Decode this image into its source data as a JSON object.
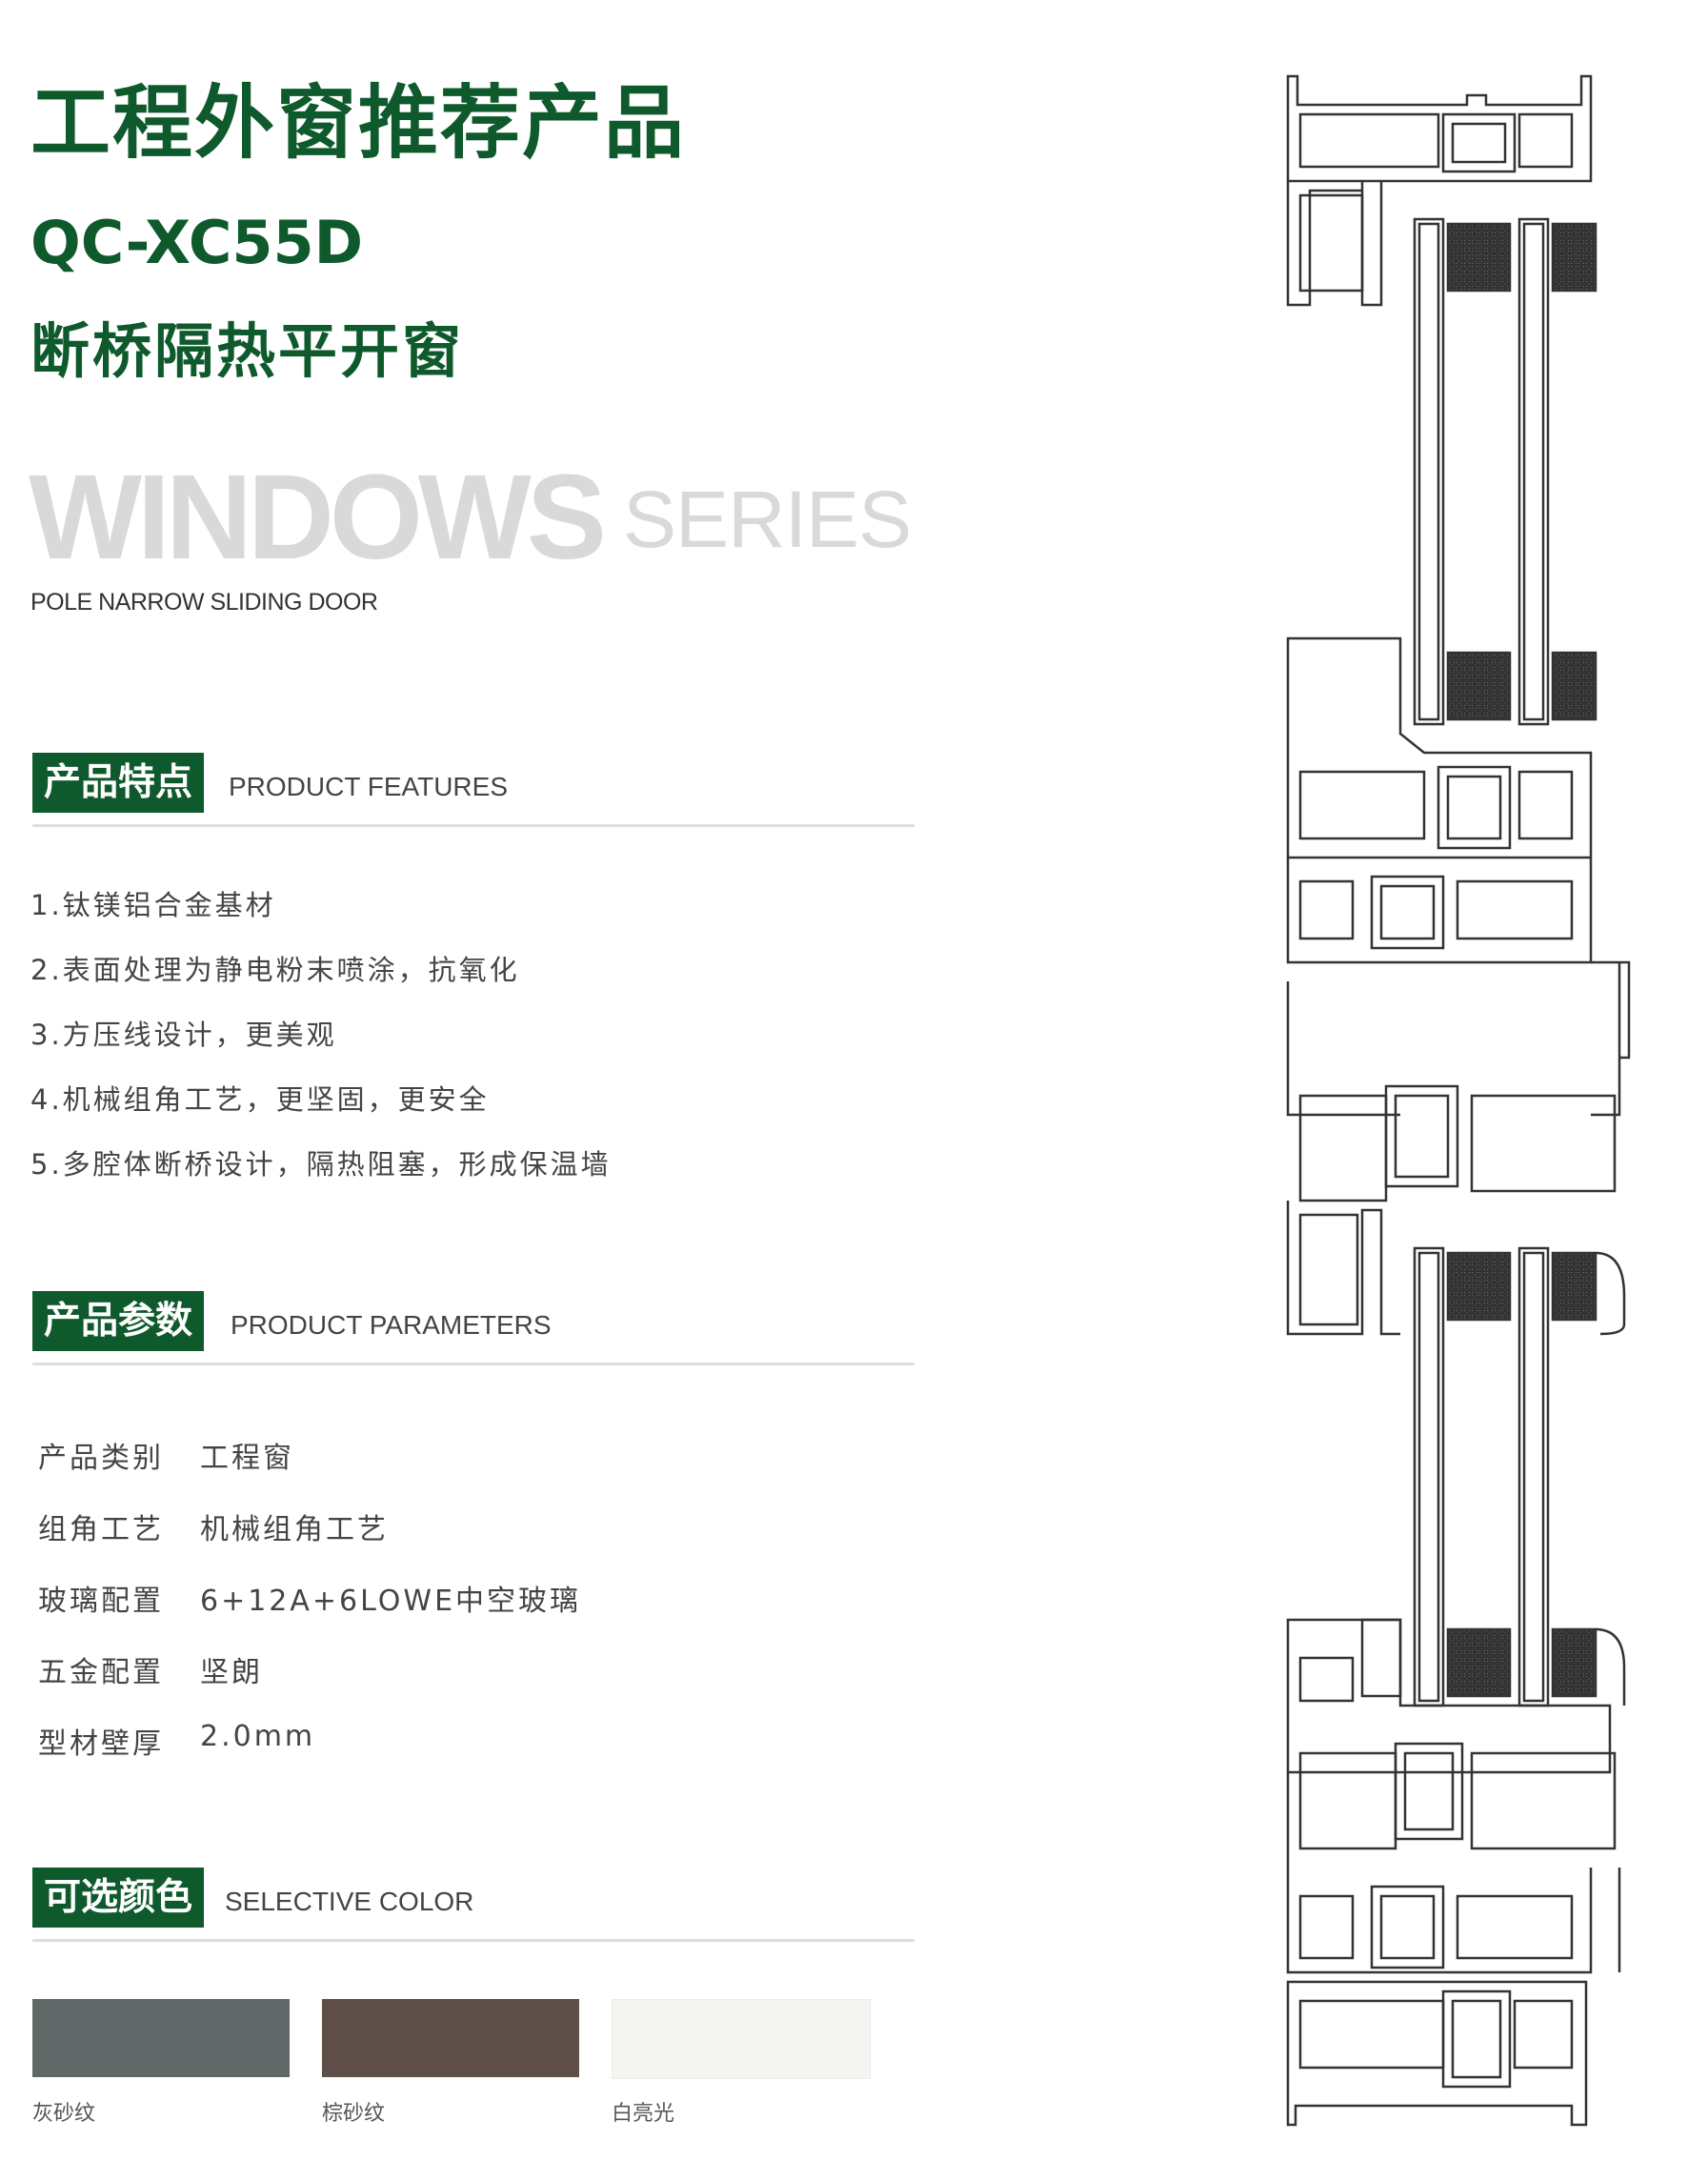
{
  "header": {
    "title": "工程外窗推荐产品",
    "model": "QC-XC55D",
    "subtitle": "断桥隔热平开窗"
  },
  "banner": {
    "windows": "WINDOWS",
    "series": "SERIES",
    "tagline": "POLE NARROW SLIDING DOOR"
  },
  "features": {
    "badge": "产品特点",
    "en": "PRODUCT FEATURES",
    "items": [
      "1.钛镁铝合金基材",
      "2.表面处理为静电粉末喷涂，抗氧化",
      "3.方压线设计，更美观",
      "4.机械组角工艺，更坚固，更安全",
      "5.多腔体断桥设计，隔热阻塞，形成保温墙"
    ]
  },
  "parameters": {
    "badge": "产品参数",
    "en": "PRODUCT PARAMETERS",
    "rows": [
      {
        "label": "产品类别",
        "value": "工程窗"
      },
      {
        "label": "组角工艺",
        "value": "机械组角工艺"
      },
      {
        "label": "玻璃配置",
        "value": "6+12A+6LOWE中空玻璃"
      },
      {
        "label": "五金配置",
        "value": "坚朗"
      },
      {
        "label": "型材壁厚",
        "value": "2.0mm"
      }
    ]
  },
  "colors": {
    "badge": "可选颜色",
    "en": "SELECTIVE COLOR",
    "swatches": [
      {
        "label": "灰砂纹",
        "hex": "#5f6866"
      },
      {
        "label": "棕砂纹",
        "hex": "#5e5049"
      },
      {
        "label": "白亮光",
        "hex": "#f4f5f0"
      }
    ]
  },
  "theme": {
    "brand_green": "#0f5a2d",
    "watermark_gray": "#d9d9d9"
  }
}
